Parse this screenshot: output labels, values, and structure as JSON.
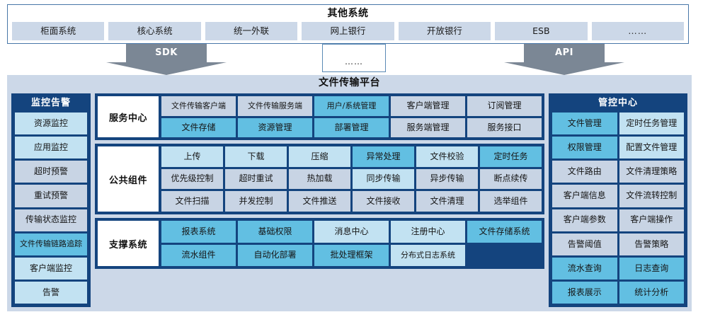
{
  "external": {
    "title": "其他系统",
    "systems": [
      {
        "label": "柜面系统"
      },
      {
        "label": "核心系统"
      },
      {
        "label": "统一外联"
      },
      {
        "label": "网上银行"
      },
      {
        "label": "开放银行"
      },
      {
        "label": "ESB"
      },
      {
        "label": "……"
      }
    ]
  },
  "connectors": {
    "sdk_label": "SDK",
    "api_label": "API",
    "dots_label": "……"
  },
  "platform": {
    "title": "文件传输平台",
    "monitor": {
      "title": "监控告警",
      "items": [
        {
          "label": "资源监控",
          "color": "light"
        },
        {
          "label": "应用监控",
          "color": "light"
        },
        {
          "label": "超时预警",
          "color": "gray"
        },
        {
          "label": "重试预警",
          "color": "gray"
        },
        {
          "label": "传输状态监控",
          "color": "gray"
        },
        {
          "label": "文件传输链路追踪",
          "color": "cyan"
        },
        {
          "label": "客户端监控",
          "color": "light"
        },
        {
          "label": "告警",
          "color": "light"
        }
      ]
    },
    "sections": [
      {
        "name": "service-center",
        "label": "服务中心",
        "columns": 5,
        "cells": [
          {
            "label": "文件传输客户端",
            "color": "gray"
          },
          {
            "label": "文件传输服务端",
            "color": "gray"
          },
          {
            "label": "用户/系统管理",
            "color": "cyan"
          },
          {
            "label": "客户端管理",
            "color": "gray"
          },
          {
            "label": "订阅管理",
            "color": "gray"
          },
          {
            "label": "文件存储",
            "color": "cyan"
          },
          {
            "label": "资源管理",
            "color": "cyan"
          },
          {
            "label": "部署管理",
            "color": "cyan"
          },
          {
            "label": "服务端管理",
            "color": "gray"
          },
          {
            "label": "服务接口",
            "color": "gray"
          }
        ]
      },
      {
        "name": "common-components",
        "label": "公共组件",
        "columns": 6,
        "cells": [
          {
            "label": "上传",
            "color": "light"
          },
          {
            "label": "下载",
            "color": "light"
          },
          {
            "label": "压缩",
            "color": "light"
          },
          {
            "label": "异常处理",
            "color": "cyan"
          },
          {
            "label": "文件校验",
            "color": "light"
          },
          {
            "label": "定时任务",
            "color": "cyan"
          },
          {
            "label": "优先级控制",
            "color": "gray"
          },
          {
            "label": "超时重试",
            "color": "gray"
          },
          {
            "label": "热加载",
            "color": "gray"
          },
          {
            "label": "同步传输",
            "color": "light"
          },
          {
            "label": "异步传输",
            "color": "gray"
          },
          {
            "label": "断点续传",
            "color": "gray"
          },
          {
            "label": "文件扫描",
            "color": "gray"
          },
          {
            "label": "并发控制",
            "color": "gray"
          },
          {
            "label": "文件推送",
            "color": "gray"
          },
          {
            "label": "文件接收",
            "color": "gray"
          },
          {
            "label": "文件清理",
            "color": "gray"
          },
          {
            "label": "选举组件",
            "color": "gray"
          }
        ]
      },
      {
        "name": "support-systems",
        "label": "支撑系统",
        "columns": 5,
        "cells": [
          {
            "label": "报表系统",
            "color": "cyan"
          },
          {
            "label": "基础权限",
            "color": "cyan"
          },
          {
            "label": "消息中心",
            "color": "light"
          },
          {
            "label": "注册中心",
            "color": "light"
          },
          {
            "label": "文件存储系统",
            "color": "cyan"
          },
          {
            "label": "流水组件",
            "color": "cyan"
          },
          {
            "label": "自动化部署",
            "color": "cyan"
          },
          {
            "label": "批处理框架",
            "color": "cyan"
          },
          {
            "label": "分布式日志系统",
            "color": "light"
          },
          {
            "label": "",
            "color": "none"
          }
        ]
      }
    ],
    "control": {
      "title": "管控中心",
      "items": [
        {
          "label": "文件管理",
          "color": "cyan"
        },
        {
          "label": "定时任务管理",
          "color": "light"
        },
        {
          "label": "权限管理",
          "color": "cyan"
        },
        {
          "label": "配置文件管理",
          "color": "light"
        },
        {
          "label": "文件路由",
          "color": "gray"
        },
        {
          "label": "文件清理策略",
          "color": "gray"
        },
        {
          "label": "客户端信息",
          "color": "gray"
        },
        {
          "label": "文件流转控制",
          "color": "gray"
        },
        {
          "label": "客户端参数",
          "color": "gray"
        },
        {
          "label": "客户端操作",
          "color": "gray"
        },
        {
          "label": "告警阈值",
          "color": "gray"
        },
        {
          "label": "告警策略",
          "color": "gray"
        },
        {
          "label": "流水查询",
          "color": "cyan"
        },
        {
          "label": "日志查询",
          "color": "cyan"
        },
        {
          "label": "报表展示",
          "color": "cyan"
        },
        {
          "label": "统计分析",
          "color": "cyan"
        }
      ]
    }
  },
  "colors": {
    "navy": "#14447e",
    "light_blue": "#c2e2f2",
    "gray_blue": "#c8d4e4",
    "cyan": "#62bfe2",
    "arrow_gray": "#7b8795",
    "panel_border": "#4877a8"
  }
}
